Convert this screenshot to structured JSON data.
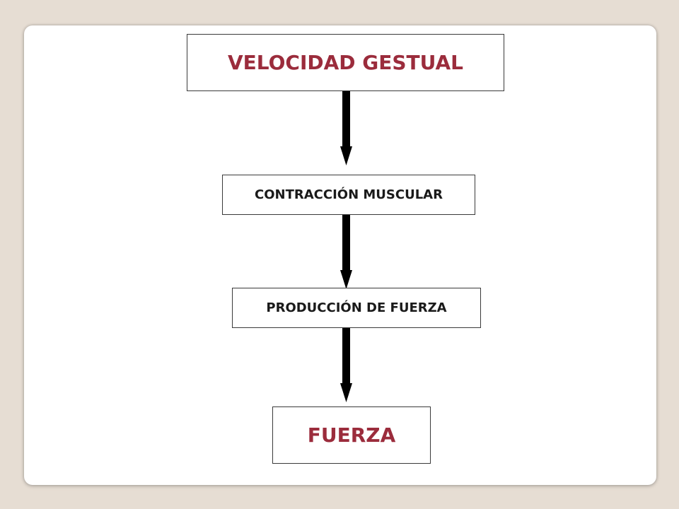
{
  "colors": {
    "accent": "#9b2c3c",
    "secondary_text": "#1a1a1a",
    "arrow": "#000000"
  },
  "diagram": {
    "nodes": [
      {
        "id": "velocidad",
        "label": "VELOCIDAD GESTUAL"
      },
      {
        "id": "contraccion",
        "label": "CONTRACCIÓN MUSCULAR"
      },
      {
        "id": "produccion",
        "label": "PRODUCCIÓN DE FUERZA"
      },
      {
        "id": "fuerza",
        "label": "FUERZA"
      }
    ],
    "edges": [
      {
        "from": "velocidad",
        "to": "contraccion"
      },
      {
        "from": "contraccion",
        "to": "produccion"
      },
      {
        "from": "produccion",
        "to": "fuerza"
      }
    ]
  }
}
